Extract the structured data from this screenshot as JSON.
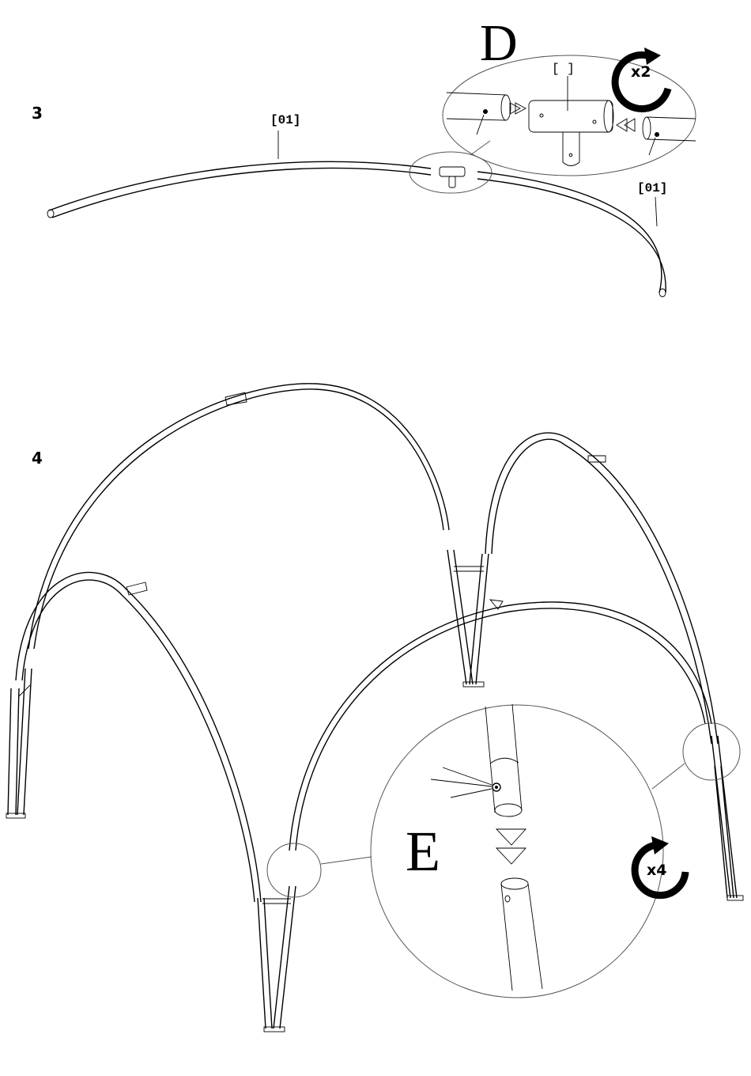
{
  "steps": [
    {
      "number": "3",
      "detail": "D",
      "part_left": "[01]",
      "part_right": "[01]",
      "part_center": "[ ]",
      "rotate": "x2"
    },
    {
      "number": "4",
      "detail": "E",
      "rotate": "x4"
    }
  ],
  "colors": {
    "ink": "#000000",
    "paper": "#ffffff",
    "callout": "#555555"
  },
  "icons": [
    "rotate-arrow-icon",
    "insert-arrow-icon"
  ]
}
